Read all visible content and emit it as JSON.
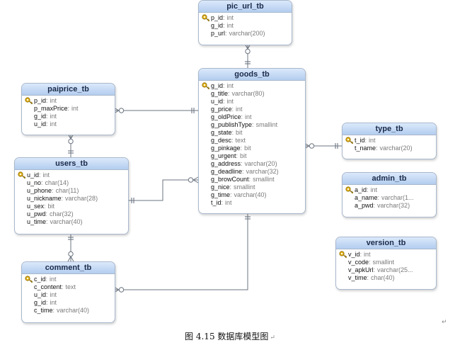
{
  "tables": [
    {
      "id": "pic_url_tb",
      "name": "pic_url_tb",
      "columns": [
        {
          "name": "p_id",
          "type": "int",
          "pk": true
        },
        {
          "name": "g_id",
          "type": "int"
        },
        {
          "name": "p_url",
          "type": "varchar(200)"
        }
      ]
    },
    {
      "id": "goods_tb",
      "name": "goods_tb",
      "columns": [
        {
          "name": "g_id",
          "type": "int",
          "pk": true
        },
        {
          "name": "g_title",
          "type": "varchar(80)"
        },
        {
          "name": "u_id",
          "type": "int"
        },
        {
          "name": "g_price",
          "type": "int"
        },
        {
          "name": "g_oldPrice",
          "type": "int"
        },
        {
          "name": "g_publishType",
          "type": "smallint"
        },
        {
          "name": "g_state",
          "type": "bit"
        },
        {
          "name": "g_desc",
          "type": "text"
        },
        {
          "name": "g_pinkage",
          "type": "bit"
        },
        {
          "name": "g_urgent",
          "type": "bit"
        },
        {
          "name": "g_address",
          "type": "varchar(20)"
        },
        {
          "name": "g_deadline",
          "type": "varchar(32)"
        },
        {
          "name": "g_browCount",
          "type": "smallint"
        },
        {
          "name": "g_nice",
          "type": "smallint"
        },
        {
          "name": "g_time",
          "type": "varchar(40)"
        },
        {
          "name": "t_id",
          "type": "int"
        }
      ]
    },
    {
      "id": "paiprice_tb",
      "name": "paiprice_tb",
      "columns": [
        {
          "name": "p_id",
          "type": "int",
          "pk": true
        },
        {
          "name": "p_maxPrice",
          "type": "int"
        },
        {
          "name": "g_id",
          "type": "int"
        },
        {
          "name": "u_id",
          "type": "int"
        }
      ]
    },
    {
      "id": "users_tb",
      "name": "users_tb",
      "columns": [
        {
          "name": "u_id",
          "type": "int",
          "pk": true
        },
        {
          "name": "u_no",
          "type": "char(14)"
        },
        {
          "name": "u_phone",
          "type": "char(11)"
        },
        {
          "name": "u_nickname",
          "type": "varchar(28)"
        },
        {
          "name": "u_sex",
          "type": "bit"
        },
        {
          "name": "u_pwd",
          "type": "char(32)"
        },
        {
          "name": "u_time",
          "type": "varchar(40)"
        }
      ]
    },
    {
      "id": "type_tb",
      "name": "type_tb",
      "columns": [
        {
          "name": "t_id",
          "type": "int",
          "pk": true
        },
        {
          "name": "t_name",
          "type": "varchar(20)"
        }
      ]
    },
    {
      "id": "admin_tb",
      "name": "admin_tb",
      "columns": [
        {
          "name": "a_id",
          "type": "int",
          "pk": true
        },
        {
          "name": "a_name",
          "type": "varchar(1..."
        },
        {
          "name": "a_pwd",
          "type": "varchar(32)"
        }
      ]
    },
    {
      "id": "version_tb",
      "name": "version_tb",
      "columns": [
        {
          "name": "v_id",
          "type": "int",
          "pk": true
        },
        {
          "name": "v_code",
          "type": "smallint"
        },
        {
          "name": "v_apkUrl",
          "type": "varchar(25..."
        },
        {
          "name": "v_time",
          "type": "char(40)"
        }
      ]
    },
    {
      "id": "comment_tb",
      "name": "comment_tb",
      "columns": [
        {
          "name": "c_id",
          "type": "int",
          "pk": true
        },
        {
          "name": "c_content",
          "type": "text"
        },
        {
          "name": "u_id",
          "type": "int"
        },
        {
          "name": "g_id",
          "type": "int"
        },
        {
          "name": "c_time",
          "type": "varchar(40)"
        }
      ]
    }
  ],
  "relationships": [
    {
      "id": "goods-pic",
      "one": "goods_tb",
      "many": "pic_url_tb"
    },
    {
      "id": "goods-paiprice",
      "one": "goods_tb",
      "many": "paiprice_tb"
    },
    {
      "id": "type-goods",
      "one": "type_tb",
      "many": "goods_tb"
    },
    {
      "id": "users-paiprice",
      "one": "users_tb",
      "many": "paiprice_tb"
    },
    {
      "id": "users-goods",
      "one": "users_tb",
      "many": "goods_tb"
    },
    {
      "id": "users-comment",
      "one": "users_tb",
      "many": "comment_tb"
    },
    {
      "id": "goods-comment",
      "one": "goods_tb",
      "many": "comment_tb"
    }
  ],
  "caption": "图 4.15   数据库模型图",
  "caption_return_mark": "↵",
  "stray_return_mark": "↵",
  "column_type_separator": ":",
  "colors": {
    "header_top": "#dbe9fb",
    "header_bottom": "#b3cdef",
    "border": "#a9b8cc",
    "line": "#6b7480",
    "key": "#e3b21a"
  }
}
